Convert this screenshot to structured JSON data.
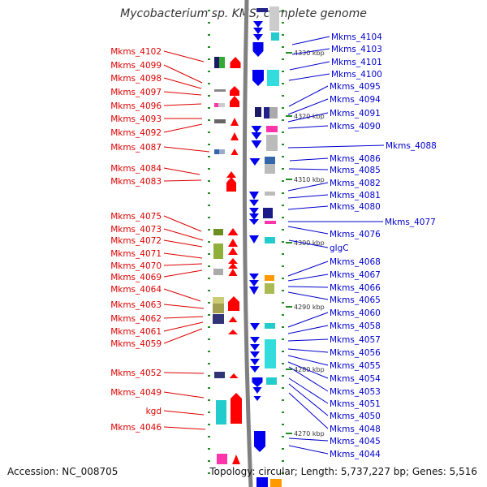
{
  "title": "Mycobacterium sp. KMS, complete genome",
  "footer": {
    "accession": "Accession: NC_008705",
    "summary": "Topology: circular; Length: 5,737,227 bp; Genes: 5,516"
  },
  "scale_ticks": [
    "4330 kbp",
    "4320 kbp",
    "4310 kbp",
    "4300 kbp",
    "4290 kbp",
    "4280 kbp",
    "4270 kbp"
  ],
  "left_labels": [
    "Mkms_4102",
    "Mkms_4099",
    "Mkms_4098",
    "Mkms_4097",
    "Mkms_4096",
    "Mkms_4093",
    "Mkms_4092",
    "Mkms_4087",
    "Mkms_4084",
    "Mkms_4083",
    "Mkms_4075",
    "Mkms_4073",
    "Mkms_4072",
    "Mkms_4071",
    "Mkms_4070",
    "Mkms_4069",
    "Mkms_4064",
    "Mkms_4063",
    "Mkms_4062",
    "Mkms_4061",
    "Mkms_4059",
    "Mkms_4052",
    "Mkms_4049",
    "kgd",
    "Mkms_4046"
  ],
  "right_labels": [
    "Mkms_4104",
    "Mkms_4103",
    "Mkms_4101",
    "Mkms_4100",
    "Mkms_4095",
    "Mkms_4094",
    "Mkms_4091",
    "Mkms_4090",
    "Mkms_4088",
    "Mkms_4086",
    "Mkms_4085",
    "Mkms_4082",
    "Mkms_4081",
    "Mkms_4080",
    "Mkms_4077",
    "Mkms_4076",
    "glgC",
    "Mkms_4068",
    "Mkms_4067",
    "Mkms_4066",
    "Mkms_4065",
    "Mkms_4060",
    "Mkms_4058",
    "Mkms_4057",
    "Mkms_4056",
    "Mkms_4055",
    "Mkms_4054",
    "Mkms_4053",
    "Mkms_4051",
    "Mkms_4050",
    "Mkms_4048",
    "Mkms_4045",
    "Mkms_4044"
  ],
  "colors": {
    "left_label": "#dd0000",
    "right_label": "#0000cc",
    "backbone": "#808080",
    "tick": "#228B22",
    "forward_gene": "#ff0000",
    "reverse_gene": "#0000ee"
  }
}
